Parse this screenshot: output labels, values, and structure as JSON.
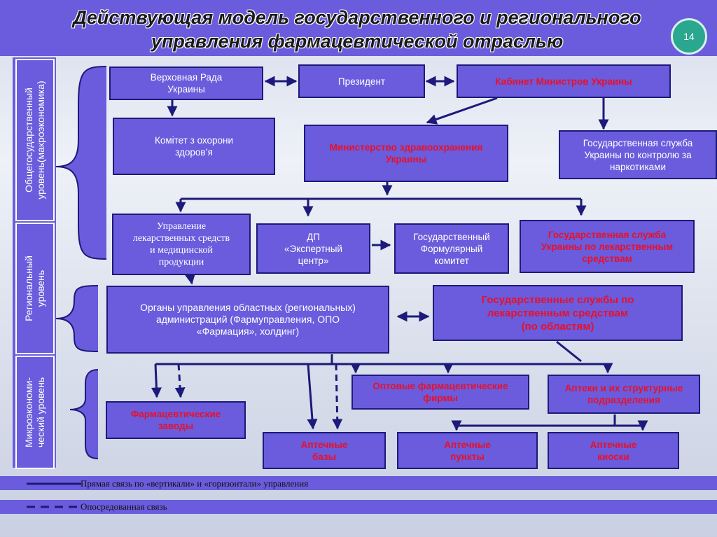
{
  "title": "Действующая модель государственного и регионального управления фармацевтической отраслью",
  "page_number": "14",
  "levels": {
    "national": "Общегосударственный\nуровень(макроэкономика)",
    "regional": "Региональный\nуровень",
    "micro": "Микроэкономи-\nческий уровень"
  },
  "boxes": {
    "verkhovna_rada": "Верховная Рада\nУкраины",
    "president": "Президент",
    "cabinet": "Кабинет Министров Украины",
    "health_committee": "Комітет з охорони\nздоров’я",
    "ministry_health": "Министерство здравоохранения\nУкраины",
    "narcotics_service": "Государственная служба\nУкраины по контролю за\nнаркотиками",
    "drug_management": "Управление\nлекарственных средств\nи медицинской\nпродукции",
    "expert_center": "ДП\n«Экспертный\nцентр»",
    "formulary_committee": "Государственный\nФормулярный\nкомитет",
    "drug_service": "Государственная служба\nУкраины по лекарственным\nсредствам",
    "regional_admin": "Органы управления областных (региональных)\nадминистраций (Фармуправления, ОПО\n«Фармация», холдинг)",
    "regional_services": "Государственные службы по\nлекарственным средствам\n(по областям)",
    "wholesale": "Оптовые фармацевтические\nфирмы",
    "pharmacies": "Аптеки и их структурные\nподразделения",
    "plants": "Фармацевтические\nзаводы",
    "pharm_bases": "Аптечные\nбазы",
    "pharm_points": "Аптечные\nпункты",
    "pharm_kiosks": "Аптечные\nкиоски"
  },
  "legend": {
    "direct": "Прямая связь по «вертикали» и «горизонтали» управления",
    "indirect": "Опосредованная связь"
  },
  "colors": {
    "box_fill": "#6a5cdc",
    "box_border": "#1c1a7a",
    "red_text": "#e8102c",
    "badge": "#2aa78f"
  }
}
